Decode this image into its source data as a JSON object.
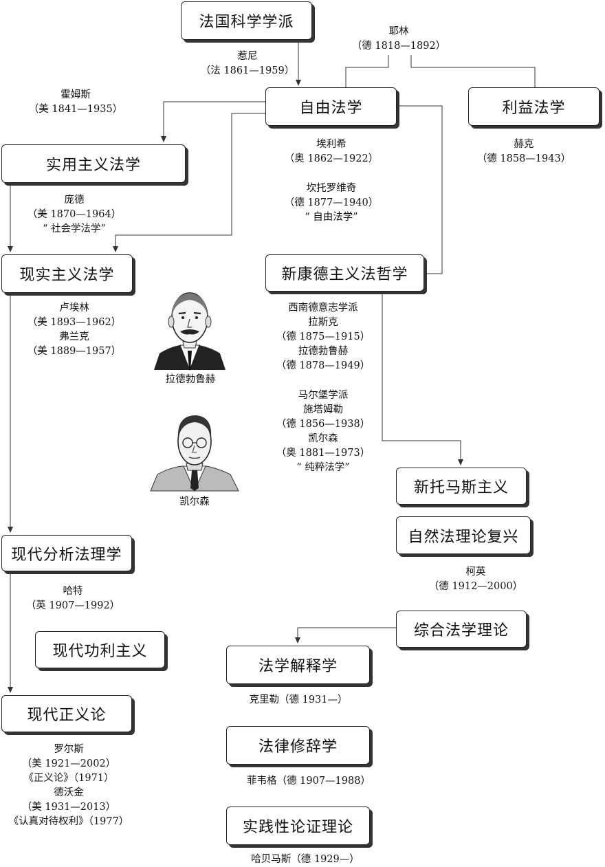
{
  "boxes": {
    "french_school": "法国科学学派",
    "free_law": "自由法学",
    "interest_law": "利益法学",
    "pragmatism": "实用主义法学",
    "realism": "现实主义法学",
    "neo_kantian": "新康德主义法哲学",
    "neo_thomism": "新托马斯主义",
    "natural_law_revival": "自然法理论复兴",
    "analytical": "现代分析法理学",
    "utilitarianism": "现代功利主义",
    "synthetic": "综合法学理论",
    "hermeneutics": "法学解释学",
    "justice": "现代正义论",
    "rhetoric": "法律修辞学",
    "argumentation": "实践性论证理论"
  },
  "labels": {
    "jhering": [
      "耶林",
      "（德 1818—1892）"
    ],
    "geny": [
      "惹尼",
      "（法 1861—1959）"
    ],
    "holmes": [
      "霍姆斯",
      "（美 1841—1935）"
    ],
    "ehrlich": [
      "埃利希",
      "（奥 1862—1922）"
    ],
    "kantorowicz": [
      "坎托罗维奇",
      "（德 1877—1940）",
      "“ 自由法学”"
    ],
    "heck": [
      "赫克",
      "（德 1858—1943）"
    ],
    "pound": [
      "庞德",
      "（美 1870—1964）",
      "“ 社会学法学”"
    ],
    "realists": [
      "卢埃林",
      "（美 1893—1962）",
      "弗兰克",
      "（美 1889—1957）"
    ],
    "southwest": [
      "西南德意志学派",
      "拉斯克",
      "（德 1875—1915）",
      "拉德勃鲁赫",
      "（德 1878—1949）"
    ],
    "marburg": [
      "马尔堡学派",
      "施塔姆勒",
      "（德 1856—1938）",
      "凯尔森",
      "（奥 1881—1973）",
      "“ 纯粹法学”"
    ],
    "coing": [
      "柯英",
      "（德 1912—2000）"
    ],
    "hart": [
      "哈特",
      "（英 1907—1992）"
    ],
    "kriele": [
      "克里勒（德 1931—）"
    ],
    "viehweg": [
      "菲韦格（德 1907—1988）"
    ],
    "habermas": [
      "哈贝马斯（德 1929—）"
    ],
    "justice_people": [
      "罗尔斯",
      "（美 1921—2002）",
      "《正义论》（1971）",
      "德沃金",
      "（美 1931—2013）",
      "《认真对待权利》（1977）"
    ],
    "radbruch_caption": [
      "拉德勃鲁赫"
    ],
    "kelsen_caption": [
      "凯尔森"
    ]
  },
  "colors": {
    "line": "#333333",
    "box_shadow": "#333333"
  }
}
